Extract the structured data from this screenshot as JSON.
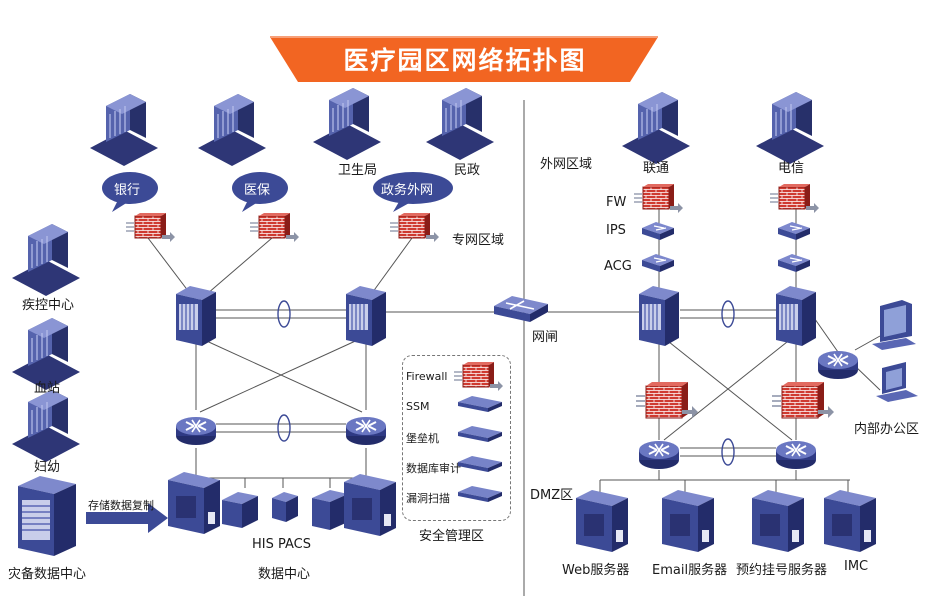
{
  "title": "医疗园区网络拓扑图",
  "zones": {
    "private_network": "专网区域",
    "external_network": "外网区域",
    "security": "安全管理区",
    "dmz": "DMZ区",
    "data_center": "数据中心",
    "internal_office": "内部办公区",
    "gatekeeper": "网闸"
  },
  "bubbles": [
    "银行",
    "医保",
    "政务外网"
  ],
  "buildings_top": [
    "卫生局",
    "民政"
  ],
  "isp": [
    "联通",
    "电信"
  ],
  "left_sites": [
    "疾控中心",
    "血站",
    "妇幼",
    "灾备数据中心"
  ],
  "security_chain": [
    "FW",
    "IPS",
    "ACG"
  ],
  "security_legend": [
    "Firewall",
    "SSM",
    "堡垒机",
    "数据库审计",
    "漏洞扫描"
  ],
  "servers": [
    "Web服务器",
    "Email服务器",
    "预约挂号服务器",
    "IMC"
  ],
  "arrow_label": "存储数据复制",
  "his_pacs": "HIS PACS",
  "colors": {
    "title_bg": "#f26522",
    "device": "#3c4a96",
    "device_dark": "#232c6a",
    "firewall": "#c8302c"
  }
}
